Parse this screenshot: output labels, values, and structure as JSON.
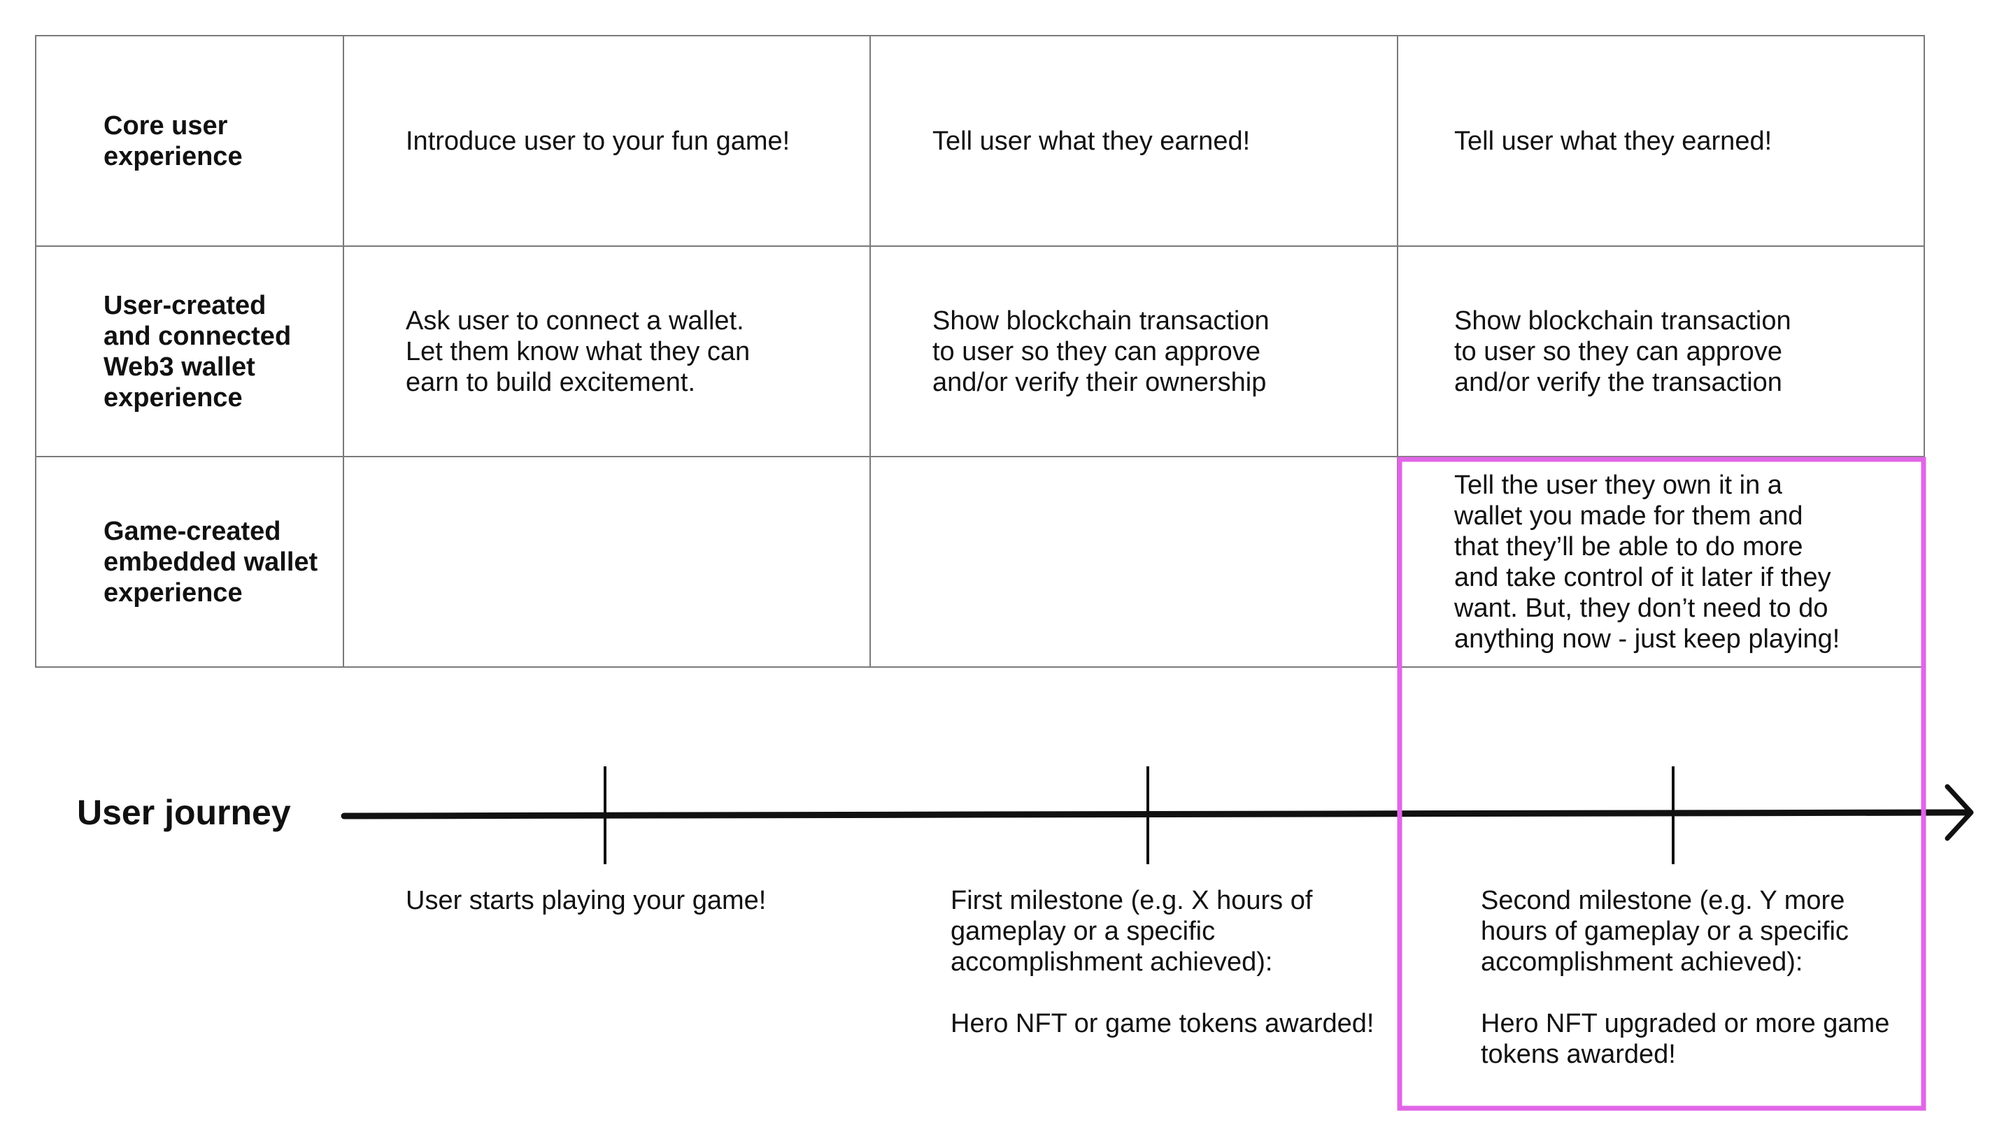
{
  "colors": {
    "highlight": "#e066e6",
    "grid_line": "#7a7a7a",
    "axis": "#111111"
  },
  "rows": [
    {
      "header": "Core user\nexperience",
      "cells": [
        "Introduce user to your fun game!",
        "Tell user what they earned!",
        "Tell user what they earned!"
      ]
    },
    {
      "header": "User-created\nand connected\nWeb3 wallet\nexperience",
      "cells": [
        "Ask user to connect a wallet.\nLet them know what they can\nearn to build excitement.",
        "Show blockchain transaction\nto user so they can approve\nand/or verify their ownership",
        "Show blockchain transaction\nto user so they can approve\nand/or verify the transaction"
      ]
    },
    {
      "header": "Game-created\nembedded wallet\nexperience",
      "cells": [
        "",
        "",
        "Tell the user they own it in a\nwallet you made for them and\nthat they’ll be able to do more\nand take control of it later if they\nwant. But, they don’t need to do\nanything now - just keep playing!"
      ]
    }
  ],
  "timeline": {
    "label": "User journey",
    "milestones": [
      "User starts playing your game!",
      "First milestone (e.g. X hours of\ngameplay or a specific\naccomplishment achieved):\n\nHero NFT or game tokens awarded!",
      "Second milestone (e.g. Y more\nhours of gameplay or a specific\naccomplishment achieved):\n\nHero NFT upgraded or more game\ntokens awarded!"
    ]
  }
}
